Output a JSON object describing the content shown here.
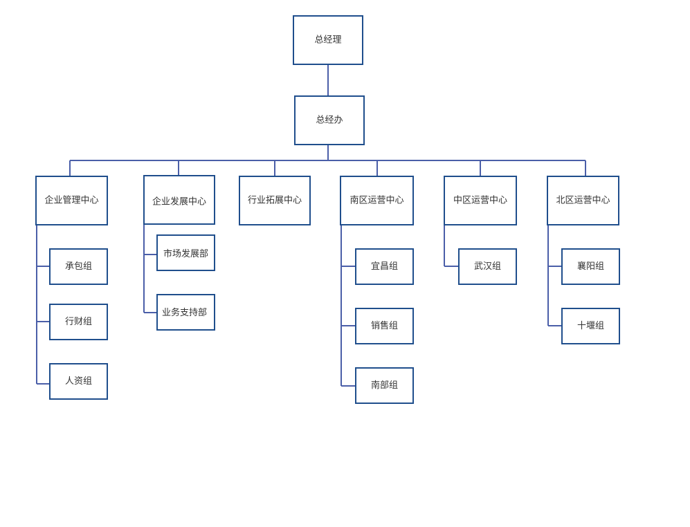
{
  "org_chart": {
    "root": "总经理",
    "office": "总经办",
    "centers": [
      {
        "name": "企业管理中心",
        "children": [
          "承包组",
          "行财组",
          "人资组"
        ]
      },
      {
        "name": "企业发展中心",
        "children": [
          "市场发展部",
          "业务支持部"
        ]
      },
      {
        "name": "行业拓展中心",
        "children": []
      },
      {
        "name": "南区运营中心",
        "children": [
          "宜昌组",
          "销售组",
          "南部组"
        ]
      },
      {
        "name": "中区运营中心",
        "children": [
          "武汉组"
        ]
      },
      {
        "name": "北区运营中心",
        "children": [
          "襄阳组",
          "十堰组"
        ]
      }
    ]
  },
  "colors": {
    "box_border": "#1f4e8c",
    "connector": "#4a5ea8",
    "text": "#333333"
  }
}
